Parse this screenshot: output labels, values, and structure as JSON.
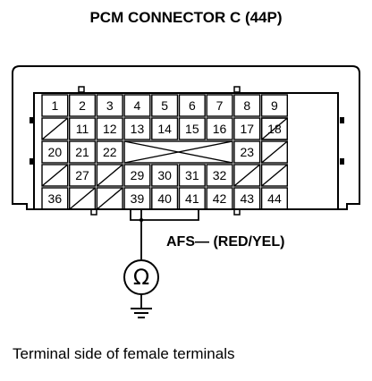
{
  "title": "PCM CONNECTOR C (44P)",
  "wire_label": "AFS— (RED/YEL)",
  "caption": "Terminal side of female terminals",
  "meter_symbol": "Ω",
  "icons": {
    "meter": "ohmmeter-icon",
    "ground": "ground-icon"
  },
  "rows": [
    [
      "1",
      "2",
      "3",
      "4",
      "5",
      "6",
      "7",
      "8",
      "9"
    ],
    [
      "11",
      "12",
      "13",
      "14",
      "15",
      "16",
      "17",
      "18"
    ],
    [
      "20",
      "21",
      "22",
      "23"
    ],
    [
      "27",
      "29",
      "30",
      "31",
      "32"
    ],
    [
      "36",
      "39",
      "40",
      "41",
      "42",
      "43",
      "44"
    ]
  ]
}
